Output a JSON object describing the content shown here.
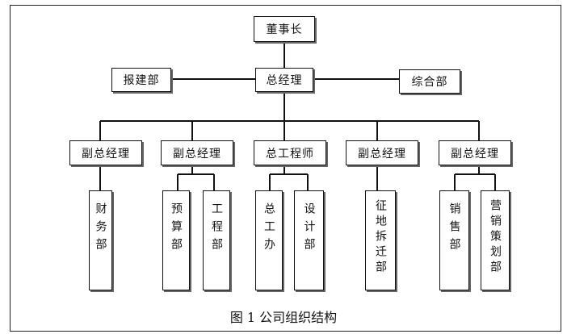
{
  "chart": {
    "root": "董事长",
    "gm": "总经理",
    "left_dept": "报建部",
    "right_dept": "综合部",
    "managers": [
      {
        "label": "副总经理",
        "depts": [
          "财务部"
        ]
      },
      {
        "label": "副总经理",
        "depts": [
          "预算部",
          "工程部"
        ]
      },
      {
        "label": "总工程师",
        "depts": [
          "总工办",
          "设计部"
        ]
      },
      {
        "label": "副总经理",
        "depts": [
          "征地拆迁部"
        ]
      },
      {
        "label": "副总经理",
        "depts": [
          "销售部",
          "营销策划部"
        ]
      }
    ]
  },
  "caption": "图 1  公司组织结构"
}
